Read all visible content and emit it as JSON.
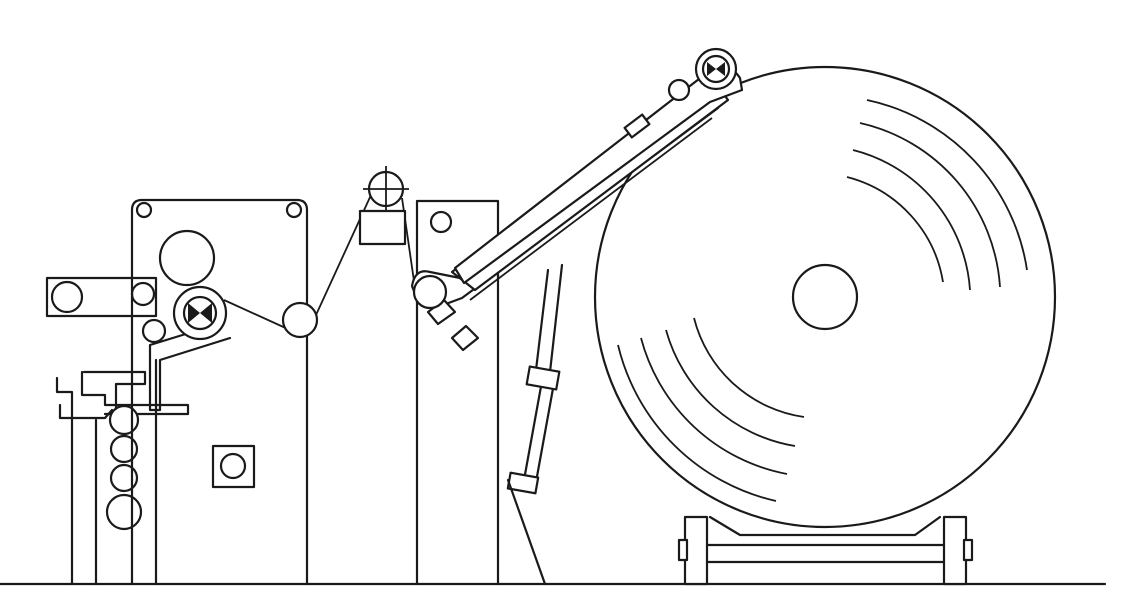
{
  "diagram": {
    "colors": {
      "line": "#1a1a1a",
      "background": "#ffffff"
    },
    "components": [
      "floor-line",
      "left-feed-unit",
      "roller-stack",
      "main-frame",
      "drive-roller",
      "tension-roller",
      "guide-post",
      "top-guide-roller",
      "right-frame",
      "swing-arm",
      "pressure-roller",
      "hydraulic-cylinder",
      "winding-roll",
      "trolley"
    ]
  }
}
